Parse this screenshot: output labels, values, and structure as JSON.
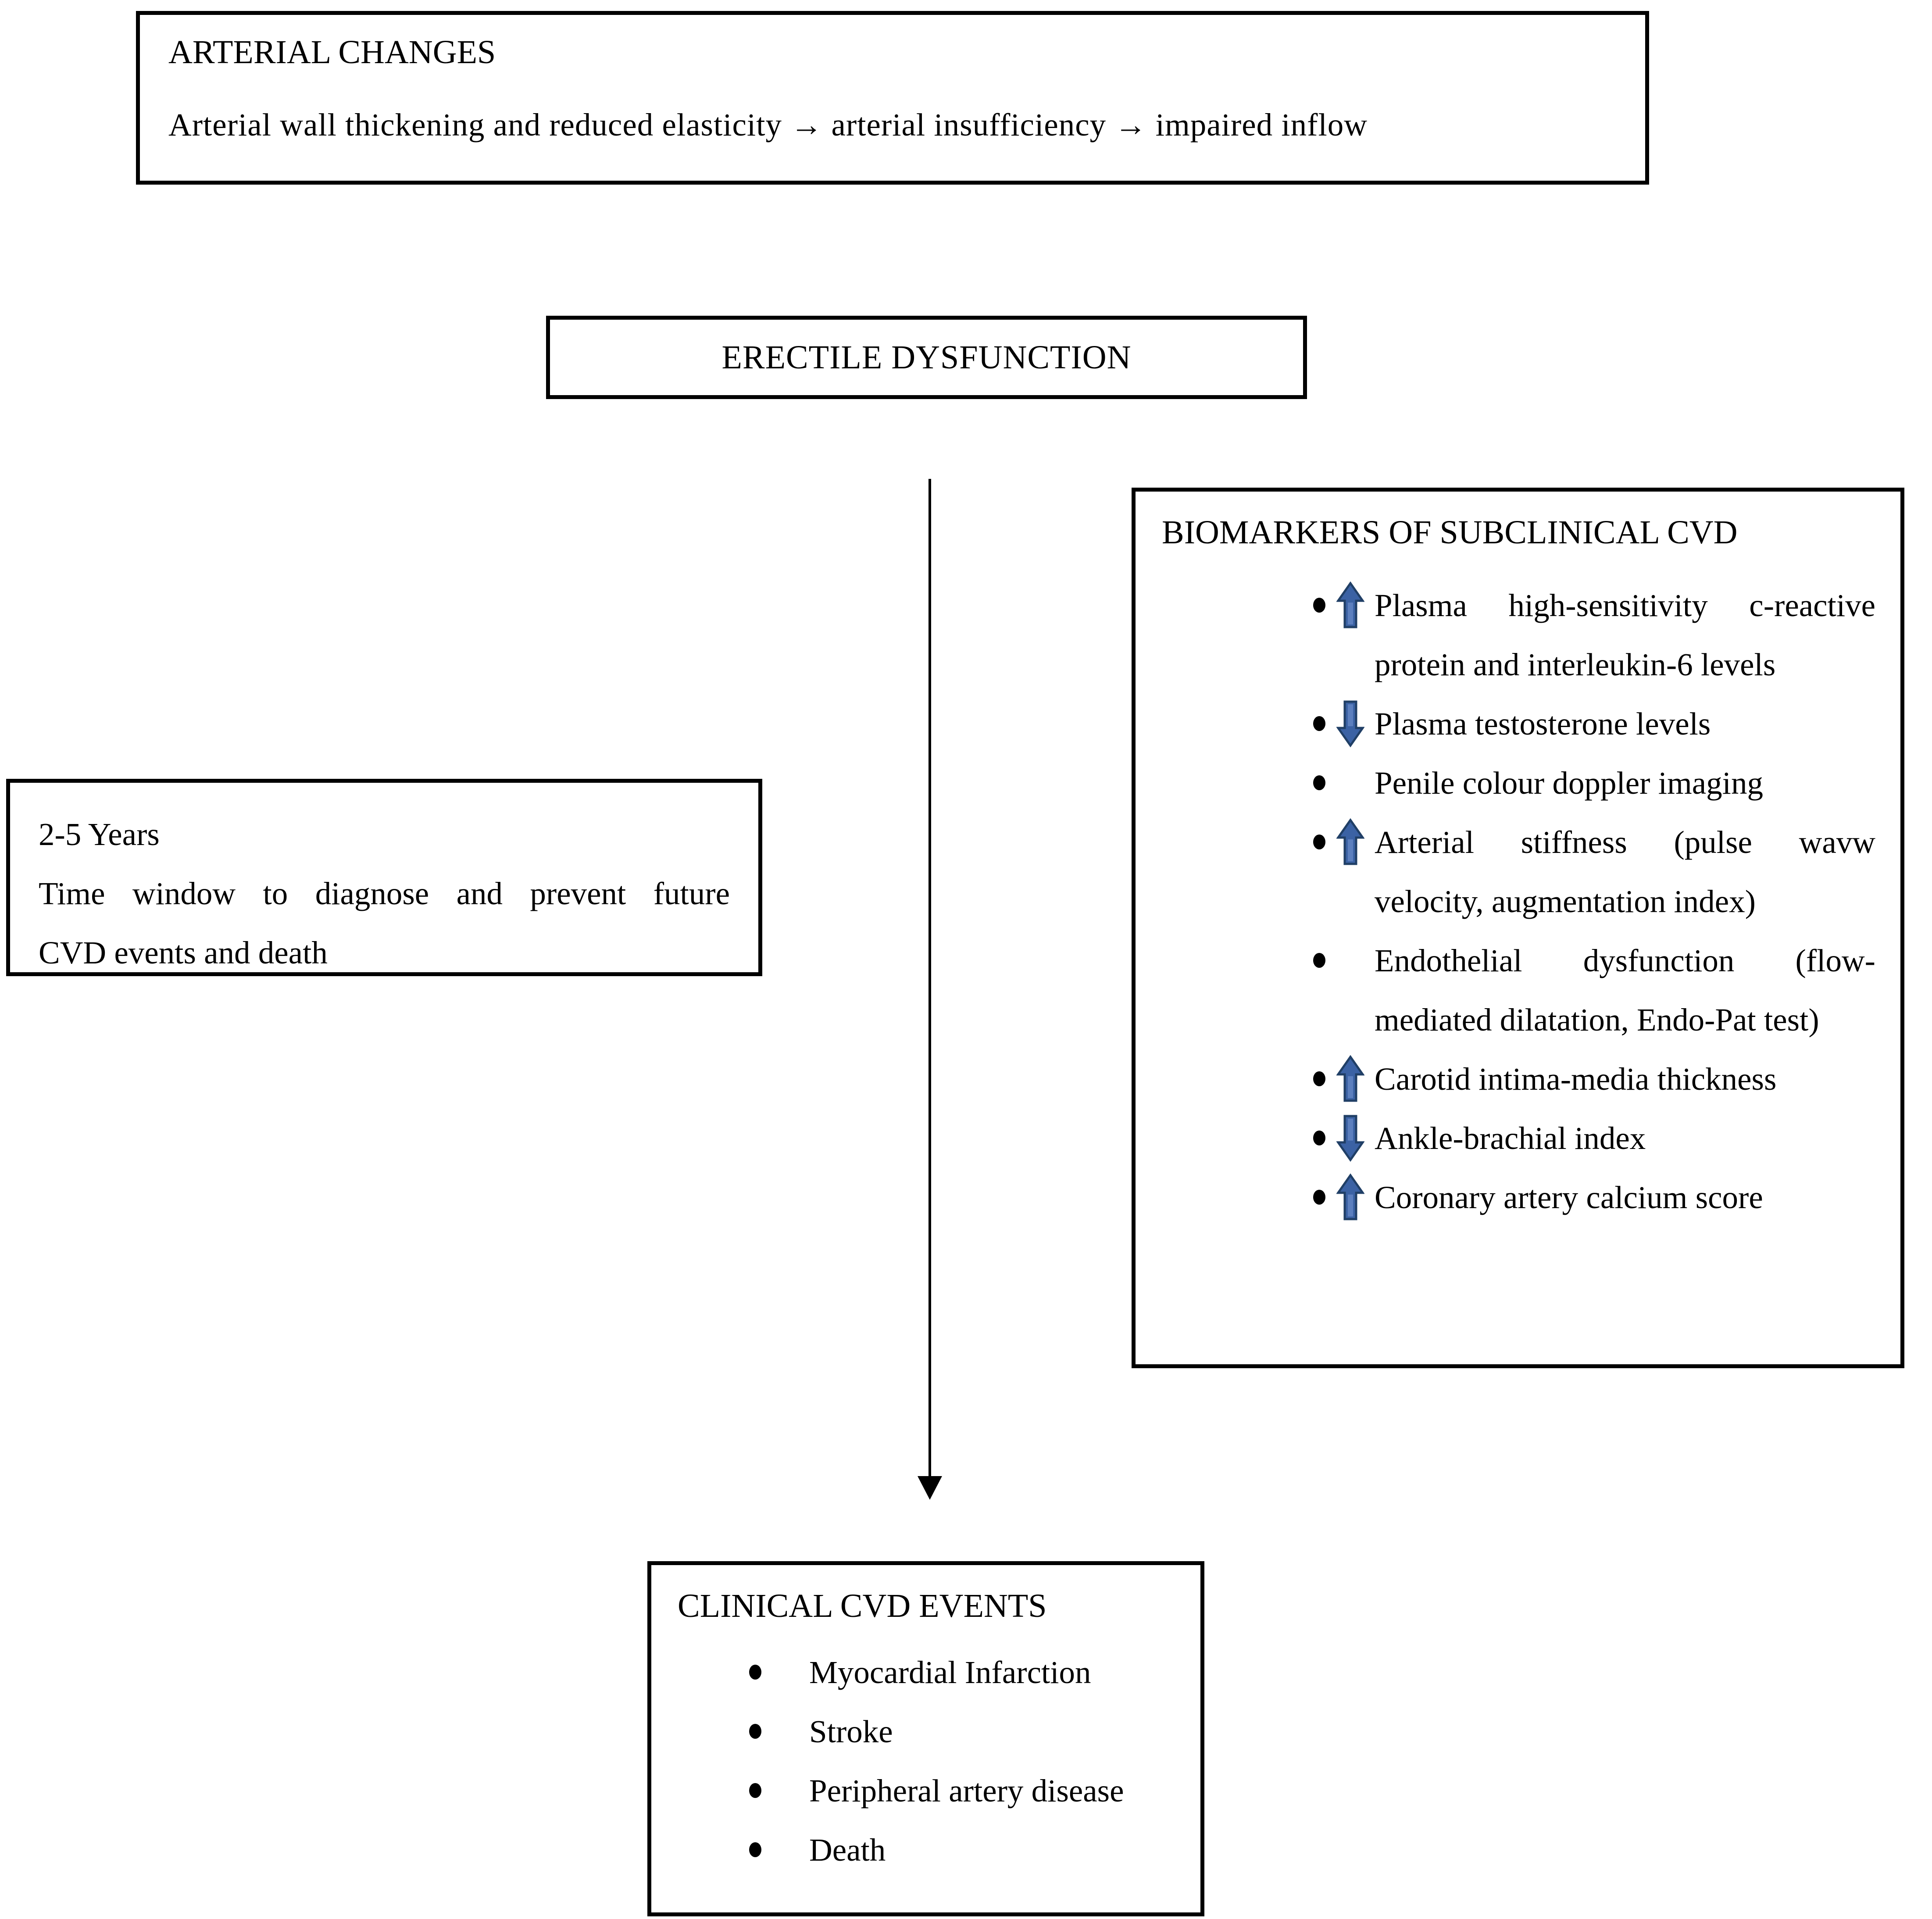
{
  "arterial": {
    "title": "ARTERIAL CHANGES",
    "body": "Arterial wall thickening and reduced elasticity → arterial insufficiency → impaired inflow"
  },
  "ed": {
    "label": "ERECTILE DYSFUNCTION"
  },
  "time_window": {
    "lines": [
      "2-5 Years",
      "Time window to diagnose and prevent future",
      "CVD events and death"
    ]
  },
  "biomarkers": {
    "title": "BIOMARKERS OF SUBCLINICAL CVD",
    "items": [
      {
        "arrow": "up",
        "lines": [
          "Plasma high-sensitivity c-reactive",
          "protein and interleukin-6 levels"
        ]
      },
      {
        "arrow": "down",
        "lines": [
          "Plasma testosterone levels"
        ]
      },
      {
        "arrow": "none",
        "lines": [
          "Penile colour doppler imaging"
        ]
      },
      {
        "arrow": "up",
        "lines": [
          "Arterial stiffness (pulse wavw",
          "velocity, augmentation index)"
        ]
      },
      {
        "arrow": "none",
        "lines": [
          "Endothelial dysfunction (flow-",
          "mediated dilatation, Endo-Pat test)"
        ]
      },
      {
        "arrow": "up",
        "lines": [
          "Carotid intima-media thickness"
        ]
      },
      {
        "arrow": "down",
        "lines": [
          "Ankle-brachial index"
        ]
      },
      {
        "arrow": "up",
        "lines": [
          "Coronary artery calcium score"
        ]
      }
    ]
  },
  "clinical": {
    "title": "CLINICAL CVD EVENTS",
    "items": [
      "Myocardial Infarction",
      "Stroke",
      "Peripheral artery disease",
      "Death"
    ]
  },
  "colors": {
    "arrow_blue_fill": "#3B62A4",
    "arrow_blue_border": "#203F66",
    "arrow_blue_inner": "#5C7FBE",
    "line_black": "#000000",
    "background": "#FFFFFF"
  }
}
